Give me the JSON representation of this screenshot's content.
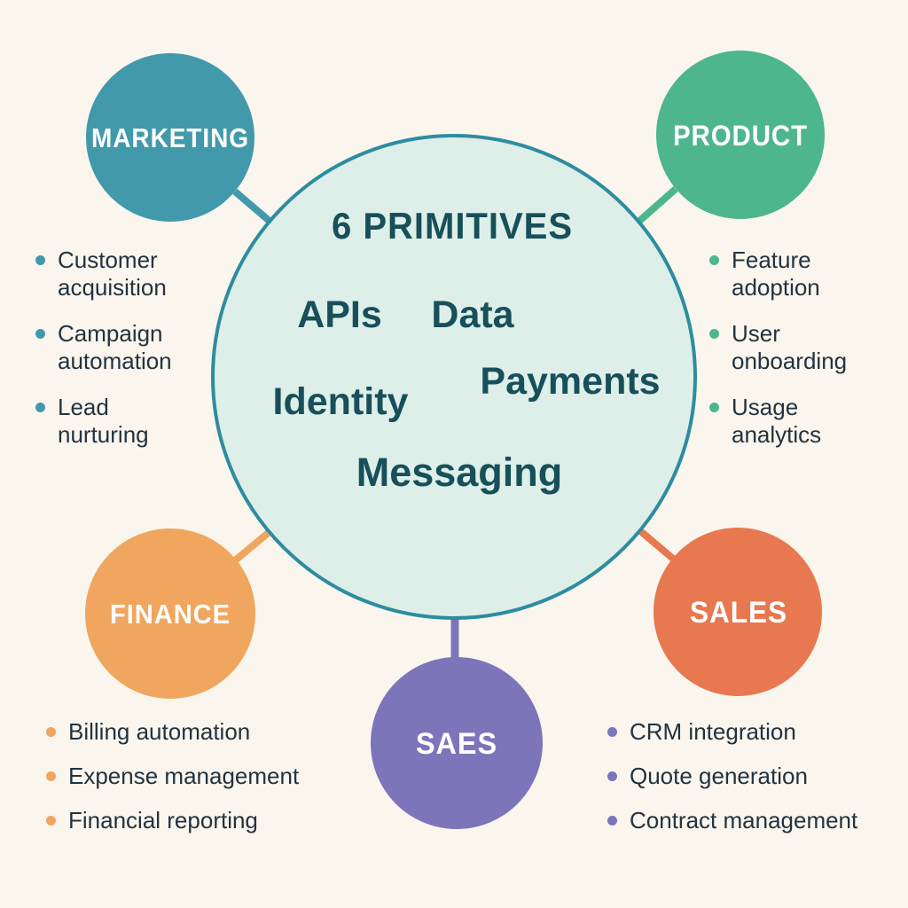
{
  "page": {
    "background": "#faf6ee",
    "list_text_color": "#22333f"
  },
  "center": {
    "title": "6 PRIMITIVES",
    "fill": "#ddefe8",
    "stroke": "#2e8ca0",
    "text_color": "#174f5a",
    "primitives": [
      "APIs",
      "Data",
      "Payments",
      "Identity",
      "Messaging"
    ]
  },
  "nodes": [
    {
      "id": "marketing",
      "label": "MARKETING",
      "color": "#4299ab",
      "label_color": "#ffffff",
      "items": [
        "Customer acquisition",
        "Campaign automation",
        "Lead nurturing"
      ]
    },
    {
      "id": "product",
      "label": "PRODUCT",
      "color": "#4eb68c",
      "label_color": "#ffffff",
      "items": [
        "Feature adoption",
        "User onboarding",
        "Usage analytics"
      ]
    },
    {
      "id": "finance",
      "label": "FINANCE",
      "color": "#f0a65e",
      "label_color": "#ffffff",
      "items": [
        "Billing automation",
        "Expense management",
        "Financial reporting"
      ]
    },
    {
      "id": "sales",
      "label": "SALES",
      "color": "#e8784f",
      "label_color": "#ffffff",
      "items": [
        "CRM integration",
        "Quote generation",
        "Contract management"
      ]
    },
    {
      "id": "saes",
      "label": "SAES",
      "color": "#7d75b9",
      "label_color": "#ffffff",
      "items": []
    }
  ]
}
